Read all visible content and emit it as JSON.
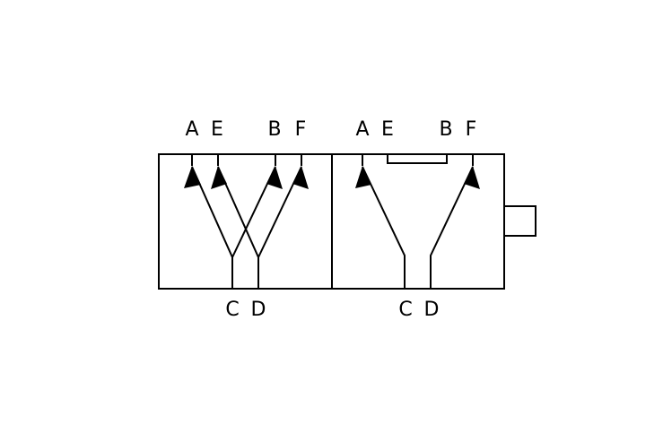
{
  "diagram": {
    "type": "5/2 directional valve symbol",
    "line_color": "#000000",
    "left_position": {
      "top_ports": [
        "A",
        "E",
        "B",
        "F"
      ],
      "bottom_ports": [
        "C",
        "D"
      ],
      "flows": [
        [
          "C",
          "A"
        ],
        [
          "C",
          "B"
        ],
        [
          "D",
          "E"
        ],
        [
          "D",
          "F"
        ]
      ]
    },
    "right_position": {
      "top_ports": [
        "A",
        "E",
        "B",
        "F"
      ],
      "bottom_ports": [
        "C",
        "D"
      ],
      "flows": [
        [
          "C",
          "A"
        ],
        [
          "D",
          "F"
        ]
      ],
      "connected": [
        [
          "E",
          "B"
        ]
      ]
    }
  }
}
